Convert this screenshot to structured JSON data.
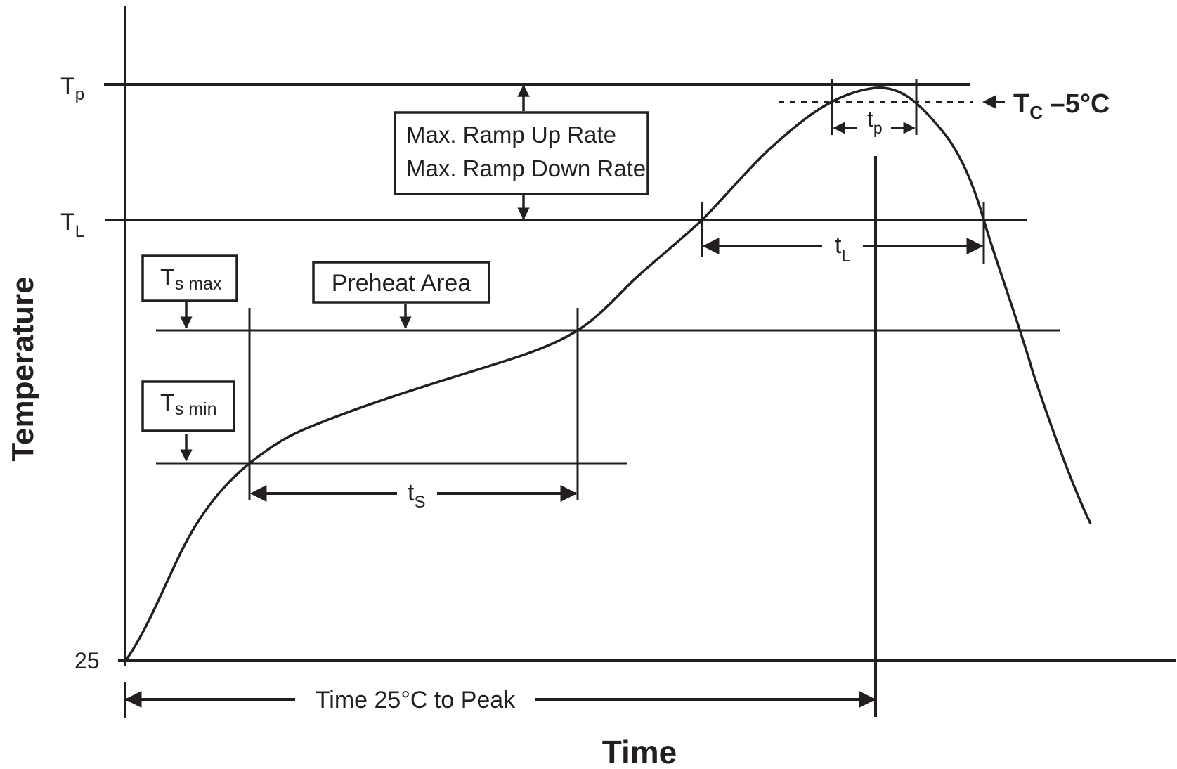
{
  "y_axis": {
    "title": "Temperature",
    "ticks": {
      "tp": {
        "main": "T",
        "sub": "p"
      },
      "tl": {
        "main": "T",
        "sub": "L"
      },
      "base": "25"
    }
  },
  "x_axis": {
    "title": "Time",
    "span_label": "Time 25°C to Peak"
  },
  "ramp_box": {
    "line1": "Max. Ramp Up Rate",
    "line2": "Max. Ramp Down Rate"
  },
  "preheat_label": "Preheat Area",
  "ts_max": {
    "main": "T",
    "sub": "s max"
  },
  "ts_min": {
    "main": "T",
    "sub": "s min"
  },
  "ts_interval": {
    "main": "t",
    "sub": "S"
  },
  "tl_interval": {
    "main": "t",
    "sub": "L"
  },
  "tp_interval": {
    "main": "t",
    "sub": "p"
  },
  "tc_label": {
    "main": "T",
    "sub": "C",
    "suffix": " –5°C"
  },
  "colors": {
    "ink": "#231f20",
    "background": "#ffffff"
  }
}
